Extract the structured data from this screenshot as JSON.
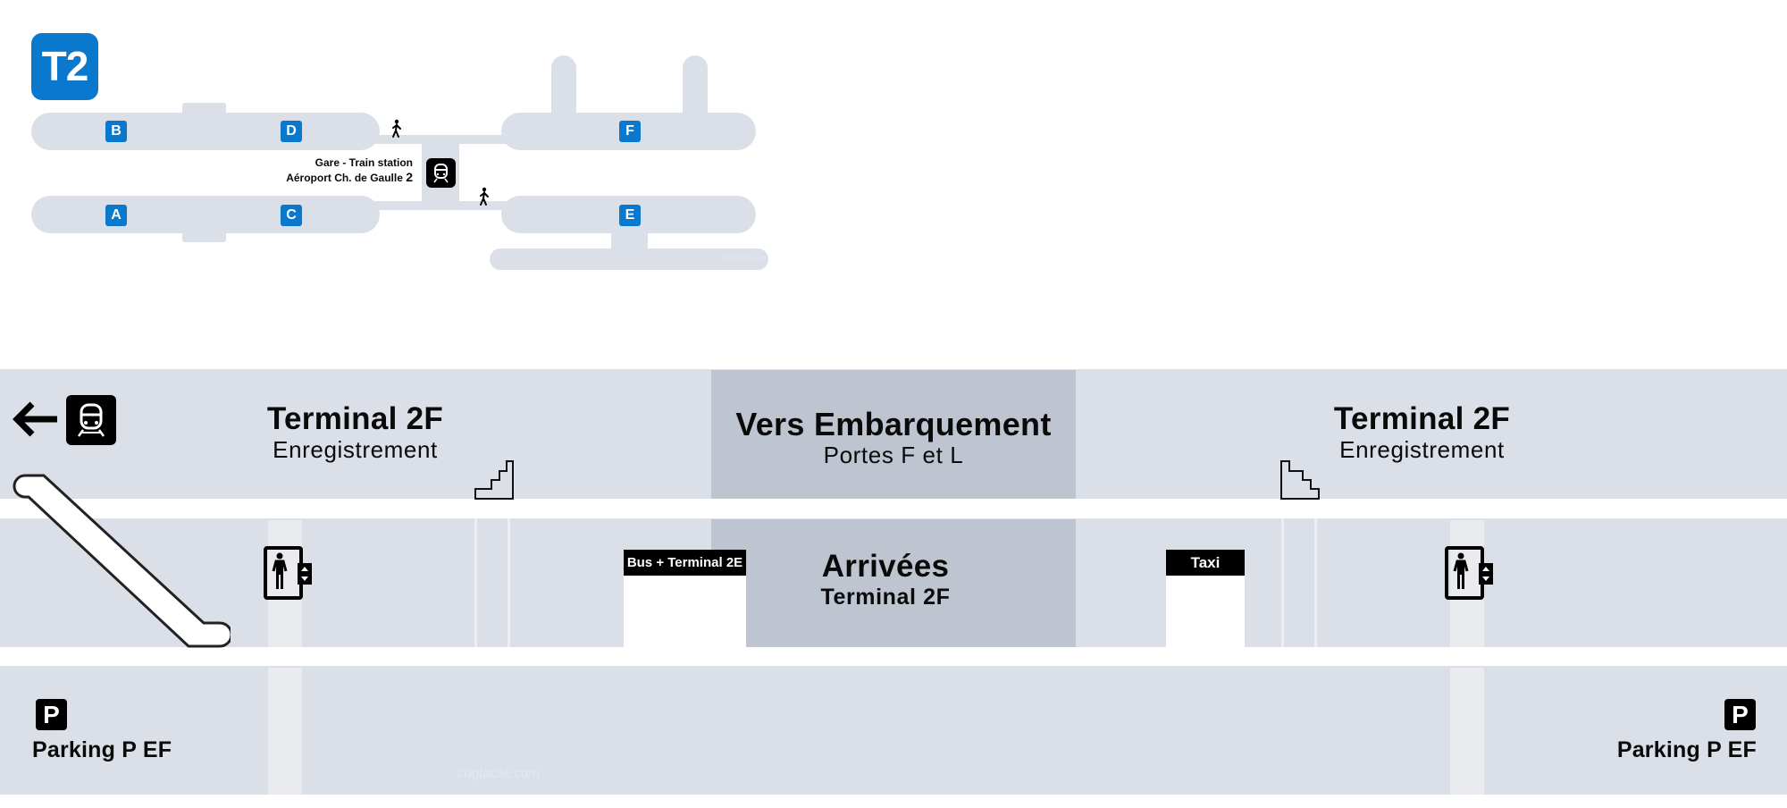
{
  "overview_map": {
    "terminal_badge": "T2",
    "gates": [
      {
        "id": "B",
        "label": "B"
      },
      {
        "id": "D",
        "label": "D"
      },
      {
        "id": "F",
        "label": "F"
      },
      {
        "id": "A",
        "label": "A"
      },
      {
        "id": "C",
        "label": "C"
      },
      {
        "id": "E",
        "label": "E"
      }
    ],
    "station": {
      "line1": "Gare - Train station",
      "line2_prefix": "Aéroport Ch. de Gaulle ",
      "line2_number": "2",
      "icon": "train-icon"
    },
    "walk_icons": [
      "pedestrian-icon",
      "pedestrian-icon"
    ],
    "watermark": "cdgfacile.com",
    "colors": {
      "badge_blue": "#0a78cc",
      "building_gray": "#dbdfe7"
    }
  },
  "floorplan": {
    "top_level": {
      "left_arrow_icon": "arrow-left-icon",
      "train_icon": "train-icon",
      "left_title": "Terminal 2F",
      "left_subtitle": "Enregistrement",
      "center_title": "Vers Embarquement",
      "center_subtitle_prefix": "Portes F",
      "center_subtitle_suffix": " et L",
      "right_title": "Terminal 2F",
      "right_subtitle": "Enregistrement",
      "stairs_icons": [
        "stairs-up-icon",
        "stairs-down-icon"
      ]
    },
    "middle_level": {
      "escalator_icon": "escalator-icon",
      "elevator_icons": [
        "elevator-icon",
        "elevator-icon"
      ],
      "bus_sign": "Bus + Terminal 2E",
      "center_title": "Arrivées",
      "center_subtitle": "Terminal 2F",
      "taxi_sign": "Taxi"
    },
    "bottom_level": {
      "left_parking_icon": "P",
      "left_parking_label": "Parking P EF",
      "right_parking_icon": "P",
      "right_parking_label": "Parking P EF",
      "watermark": "cdgfacile.com"
    },
    "colors": {
      "band": "#dbdfe7",
      "highlight_block": "#bec4d0",
      "column": "#eaebee"
    }
  }
}
